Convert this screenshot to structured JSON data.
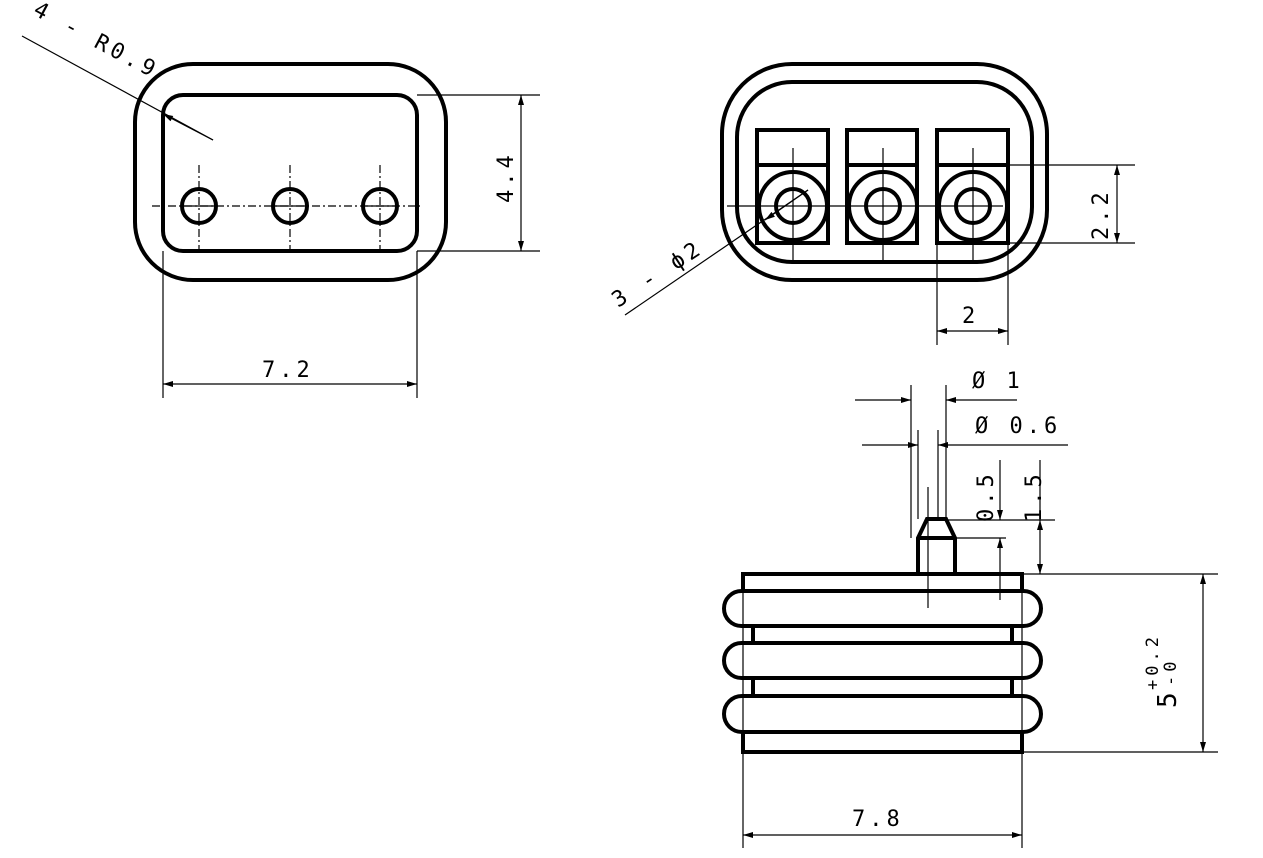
{
  "front_view": {
    "corner_radius_label": "4 - R0.9",
    "height_label": "4.4",
    "width_label": "7.2"
  },
  "rear_view": {
    "hole_label": "3 - ϕ2",
    "height_label": "2.2",
    "pitch_label": "2"
  },
  "side_view": {
    "pin_outer_dia_label": "Ø 1",
    "pin_inner_dia_label": "Ø 0.6",
    "chamfer_label": "0.5",
    "pin_height_label": "1.5",
    "body_height_label": "5",
    "tol_upper": "+0.2",
    "tol_lower": "-0",
    "width_label": "7.8"
  },
  "colors": {
    "line": "#000000",
    "background": "#ffffff"
  }
}
